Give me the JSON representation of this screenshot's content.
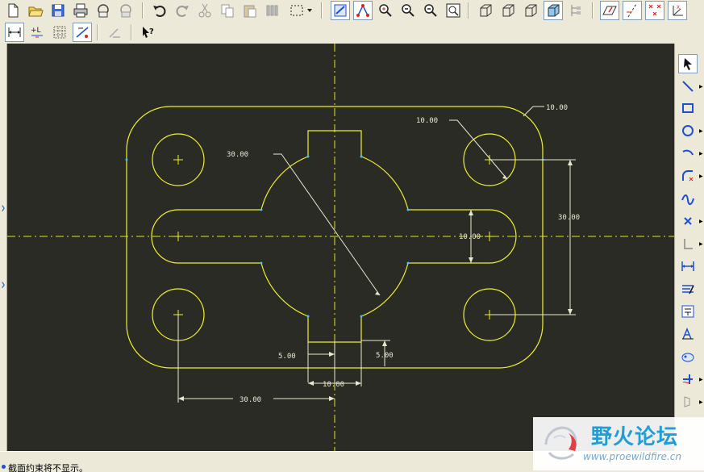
{
  "colors": {
    "canvas_bg": "#2b2b26",
    "sketch": "#f0f030",
    "dimension": "#e8e8d0",
    "centerline": "#e0e020",
    "vertex": "#40c0ff",
    "ui_bg": "#ece9d8",
    "icon_blue": "#1a4fd6"
  },
  "toolbar_row1": {
    "items": [
      "new-icon",
      "open-icon",
      "save-icon",
      "print-icon",
      "email-icon",
      "email-link-icon",
      "undo-icon",
      "redo-icon",
      "cut-icon",
      "copy-icon",
      "paste-icon",
      "paste-special-icon",
      "select-box-icon",
      "repaint-icon",
      "orient-icon",
      "zoom-in-icon",
      "zoom-out-icon",
      "refit-icon",
      "wireframe-icon",
      "hidden-line-icon",
      "no-hidden-icon",
      "shaded-icon",
      "model-tree-icon",
      "datum-planes-icon",
      "datum-axes-icon",
      "datum-points-icon",
      "coordinate-systems-icon"
    ]
  },
  "toolbar_row2": {
    "items": [
      "show-dimensions-icon",
      "show-constraints-icon",
      "show-grid-icon",
      "show-vertices-icon",
      "sketcher-tool-icon",
      "context-help-icon"
    ]
  },
  "right_toolbar": {
    "items": [
      "select-arrow-icon",
      "line-icon",
      "rectangle-icon",
      "circle-icon",
      "arc-icon",
      "fillet-icon",
      "spline-icon",
      "point-icon",
      "coordinate-icon",
      "dimension-icon",
      "modify-icon",
      "constraint-icon",
      "text-icon",
      "palette-icon",
      "trim-icon",
      "mirror-icon"
    ]
  },
  "sketch": {
    "dimensions": {
      "d_arc_r": "10.00",
      "d_hole_d": "10.00",
      "d_center_circle": "30.00",
      "d_hole_spacing_v": "30.00",
      "d_slot_width": "10.00",
      "d_gap_left": "5.00",
      "d_gap_right": "5.00",
      "d_key_width": "10.00",
      "d_hole_spacing_h": "30.00"
    }
  },
  "status": {
    "message": "截面约束将不显示。"
  },
  "watermark": {
    "title": "野火论坛",
    "url": "www.proewildfire.cn"
  }
}
